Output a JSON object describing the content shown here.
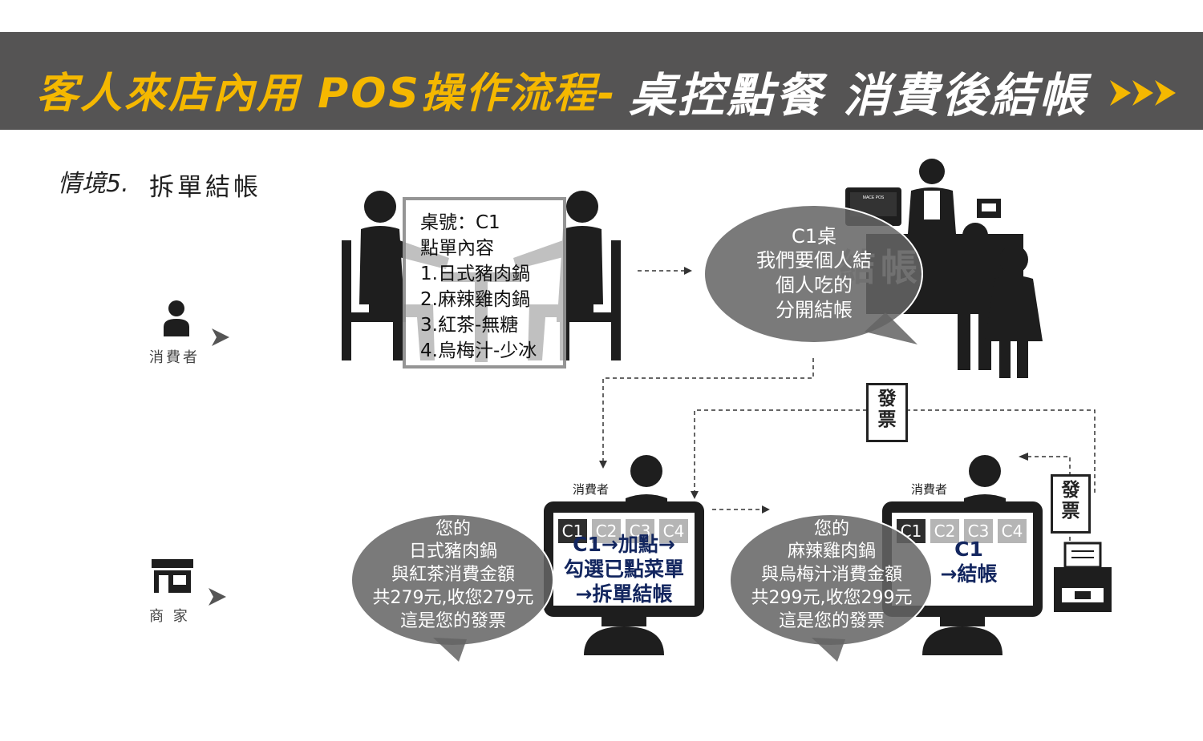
{
  "header": {
    "title_main": "客人來店內用 POS操作流程-",
    "title_highlight": "桌控點餐 消費後結帳"
  },
  "scene": {
    "label": "情境5.",
    "title": "拆單結帳"
  },
  "roles": {
    "consumer": "消費者",
    "merchant": "商  家"
  },
  "order_card": {
    "lines": [
      "桌號：C1",
      "點單內容",
      "1.日式豬肉鍋",
      "2.麻辣雞肉鍋",
      "3.紅茶-無糖",
      "4.烏梅汁-少冰"
    ]
  },
  "counter": {
    "pos_brand": "MACE POS",
    "sign": "結帳",
    "bubble": [
      "C1桌",
      "我們要個人結",
      "個人吃的",
      "分開結帳"
    ]
  },
  "terminal_1": {
    "consumer_label": "消費者",
    "tabs": [
      "C1",
      "C2",
      "C3",
      "C4"
    ],
    "screen": [
      "C1→加點→",
      "勾選已點菜單",
      "→拆單結帳"
    ],
    "bubble": [
      "您的",
      "日式豬肉鍋",
      "與紅茶消費金額",
      "共279元,收您279元",
      "這是您的發票"
    ]
  },
  "terminal_2": {
    "consumer_label": "消費者",
    "tabs": [
      "C1",
      "C2",
      "C3",
      "C4"
    ],
    "screen": [
      "C1",
      "→結帳"
    ],
    "bubble": [
      "您的",
      "麻辣雞肉鍋",
      "與烏梅汁消費金額",
      "共299元,收您299元",
      "這是您的發票"
    ]
  },
  "invoice": {
    "label_top": [
      "發",
      "票"
    ],
    "label_printer": [
      "發",
      "票"
    ]
  },
  "colors": {
    "header_bg": "#555454",
    "accent_yellow": "#f5b800",
    "bubble_gray": "#6b6b6b",
    "screen_text": "#13265f",
    "silhouette": "#1e1e1e"
  }
}
